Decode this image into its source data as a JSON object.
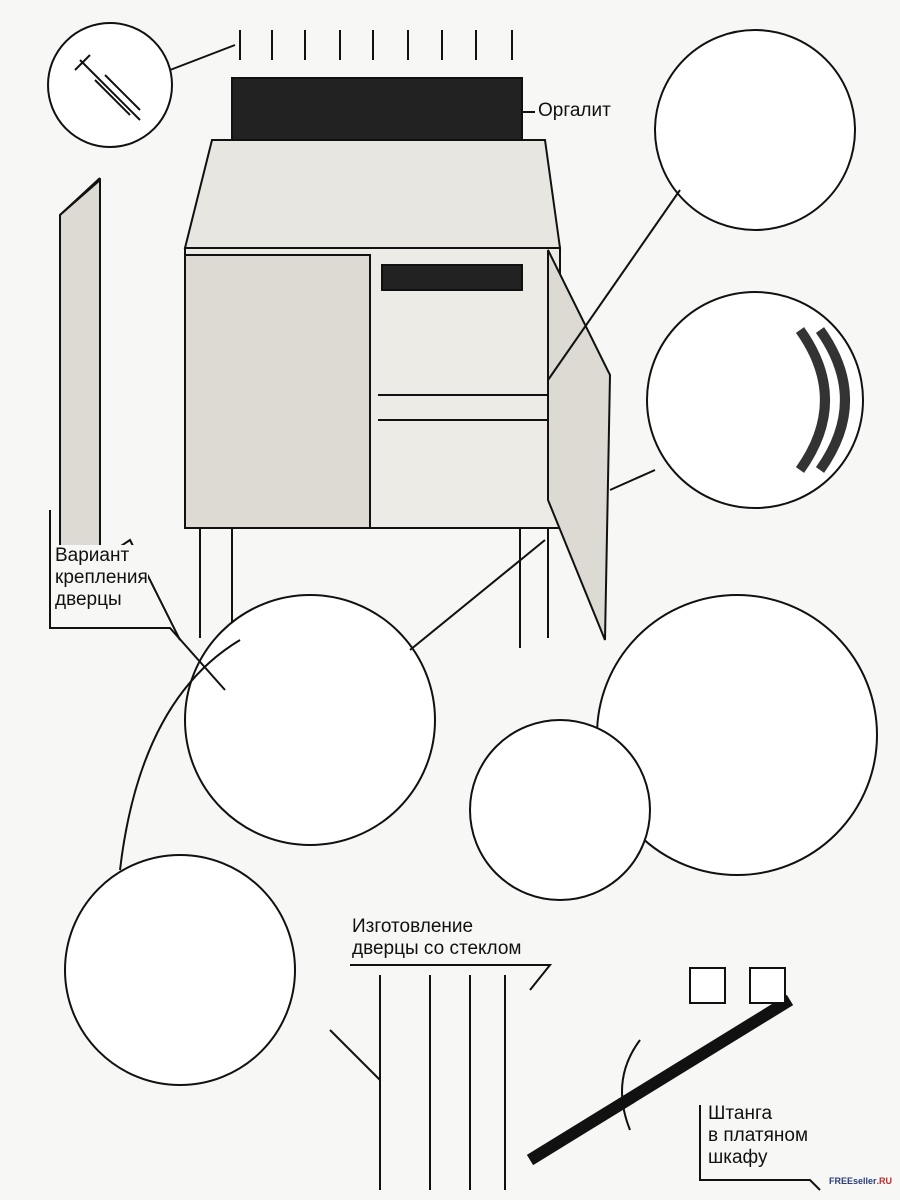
{
  "labels": {
    "hardboard": "Оргалит",
    "door_mount_variant": [
      "Вариант",
      "крепления",
      "дверцы"
    ],
    "glass_door": [
      "Изготовление",
      "дверцы со стеклом"
    ],
    "wardrobe_rod": [
      "Штанга",
      "в платяном",
      "шкафу"
    ]
  },
  "watermark": {
    "brand": "FREEseller",
    "suffix": ".RU"
  },
  "colors": {
    "ink": "#111111",
    "paper": "#f7f7f5"
  }
}
